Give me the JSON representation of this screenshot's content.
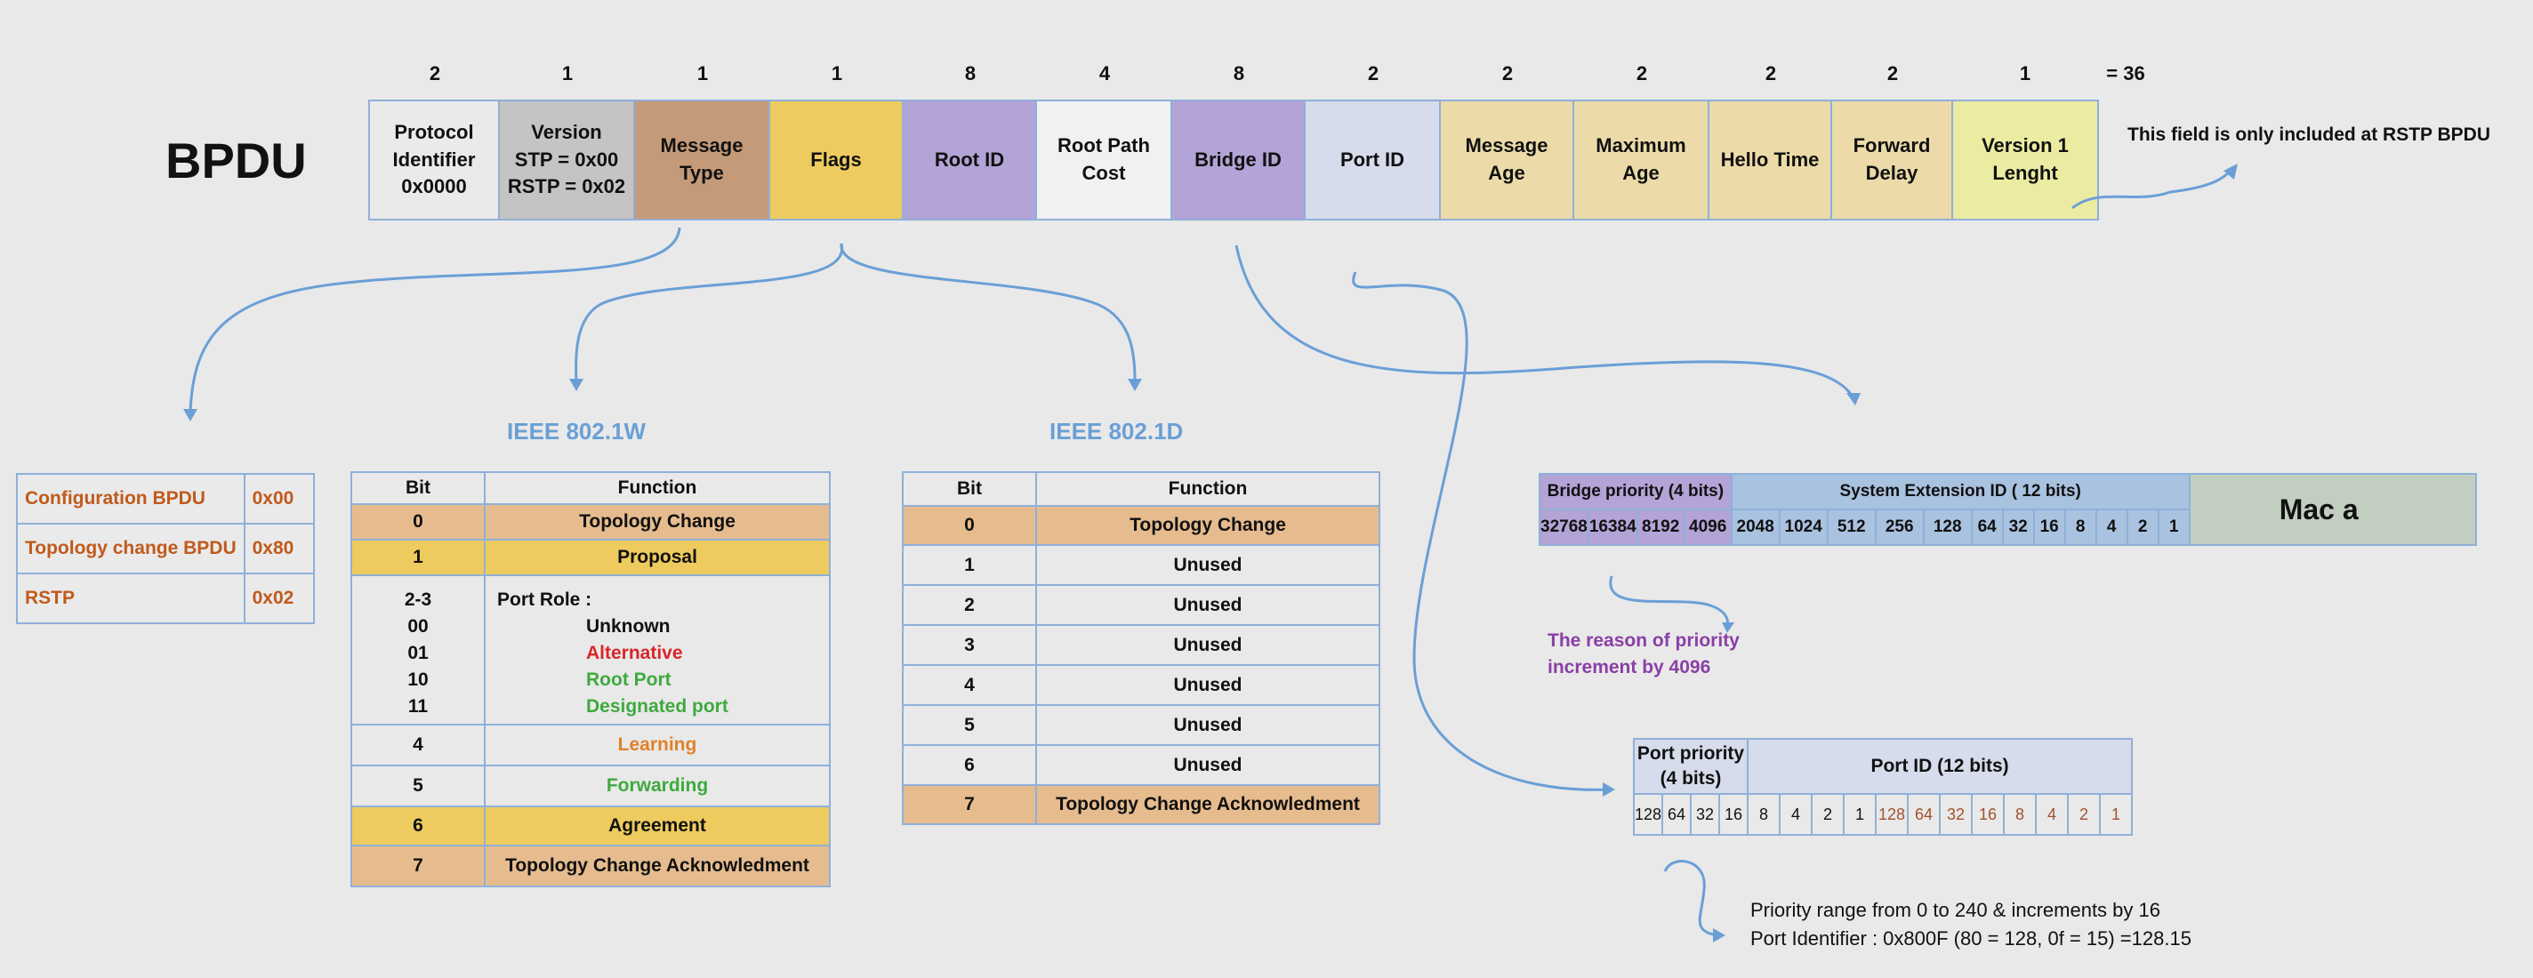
{
  "title": "BPDU",
  "total": "= 36",
  "fields": [
    {
      "bytes": "2",
      "label": "Protocol\nIdentifier\n0x0000",
      "color": "#eaeaea",
      "width": 146
    },
    {
      "bytes": "1",
      "label": "Version\nSTP   = 0x00\nRSTP = 0x02",
      "color": "#c4c4c4",
      "width": 152
    },
    {
      "bytes": "1",
      "label": "Message\nType",
      "color": "#c59a78",
      "width": 152
    },
    {
      "bytes": "1",
      "label": "Flags",
      "color": "#eecb5e",
      "width": 150
    },
    {
      "bytes": "8",
      "label": "Root ID",
      "color": "#b3a3d6",
      "width": 150
    },
    {
      "bytes": "4",
      "label": "Root Path\nCost",
      "color": "#f1f1f1",
      "width": 152
    },
    {
      "bytes": "8",
      "label": "Bridge ID",
      "color": "#b3a3d6",
      "width": 150
    },
    {
      "bytes": "2",
      "label": "Port ID",
      "color": "#d6dcec",
      "width": 152
    },
    {
      "bytes": "2",
      "label": "Message\nAge",
      "color": "#ecdba8",
      "width": 150
    },
    {
      "bytes": "2",
      "label": "Maximum\nAge",
      "color": "#ecdba8",
      "width": 152
    },
    {
      "bytes": "2",
      "label": "Hello Time",
      "color": "#ecdba8",
      "width": 138
    },
    {
      "bytes": "2",
      "label": "Forward\nDelay",
      "color": "#ecdba8",
      "width": 136
    },
    {
      "bytes": "1",
      "label": "Version 1\nLenght",
      "color": "#ebeba2",
      "width": 162
    }
  ],
  "rstp_note": "This field is only included at RSTP BPDU",
  "message_types": [
    {
      "name": "Configuration BPDU",
      "value": "0x00"
    },
    {
      "name": "Topology change BPDU",
      "value": "0x80"
    },
    {
      "name": "RSTP",
      "value": "0x02"
    }
  ],
  "std_1w": "IEEE 802.1W",
  "std_1d": "IEEE 802.1D",
  "col_bit": "Bit",
  "col_function": "Function",
  "flags_1w": {
    "r0": {
      "bit": "0",
      "fn": "Topology Change"
    },
    "r1": {
      "bit": "1",
      "fn": "Proposal"
    },
    "role": {
      "bit": "2-3",
      "title": "Port Role :",
      "codes": [
        "00",
        "01",
        "10",
        "11"
      ],
      "names": [
        "Unknown",
        "Alternative",
        "Root Port",
        "Designated port"
      ],
      "colors": [
        "#111111",
        "#d9262a",
        "#3eaa3e",
        "#3eaa3e"
      ]
    },
    "r4": {
      "bit": "4",
      "fn": "Learning",
      "color": "#e0812a"
    },
    "r5": {
      "bit": "5",
      "fn": "Forwarding",
      "color": "#3eaa3e"
    },
    "r6": {
      "bit": "6",
      "fn": "Agreement"
    },
    "r7": {
      "bit": "7",
      "fn": "Topology Change Acknowledment"
    }
  },
  "flags_1d": [
    {
      "bit": "0",
      "fn": "Topology Change",
      "style": "orange"
    },
    {
      "bit": "1",
      "fn": "Unused",
      "style": "plain"
    },
    {
      "bit": "2",
      "fn": "Unused",
      "style": "plain"
    },
    {
      "bit": "3",
      "fn": "Unused",
      "style": "plain"
    },
    {
      "bit": "4",
      "fn": "Unused",
      "style": "plain"
    },
    {
      "bit": "5",
      "fn": "Unused",
      "style": "plain"
    },
    {
      "bit": "6",
      "fn": "Unused",
      "style": "plain"
    },
    {
      "bit": "7",
      "fn": "Topology Change Acknowledment",
      "style": "orange"
    }
  ],
  "bridge_id": {
    "priority_header": "Bridge priority (4 bits)",
    "ext_header": "System Extension ID ( 12 bits)",
    "mac_header": "Mac a",
    "priority_bits": [
      "32768",
      "16384",
      "8192",
      "4096"
    ],
    "ext_bits": [
      "2048",
      "1024",
      "512",
      "256",
      "128",
      "64",
      "32",
      "16",
      "8",
      "4",
      "2",
      "1"
    ],
    "note_line1": "The reason of priority",
    "note_line2": "increment by 4096"
  },
  "port_id": {
    "priority_header_1": "Port priority",
    "priority_header_2": "(4 bits)",
    "id_header": "Port ID (12 bits)",
    "priority_bits": [
      "128",
      "64",
      "32",
      "16"
    ],
    "id_bits": [
      "8",
      "4",
      "2",
      "1",
      "128",
      "64",
      "32",
      "16",
      "8",
      "4",
      "2",
      "1"
    ],
    "note_line1": "Priority range from 0 to 240 & increments by 16",
    "note_line2": "Port Identifier : 0x800F (80 = 128, 0f = 15) =128.15"
  }
}
